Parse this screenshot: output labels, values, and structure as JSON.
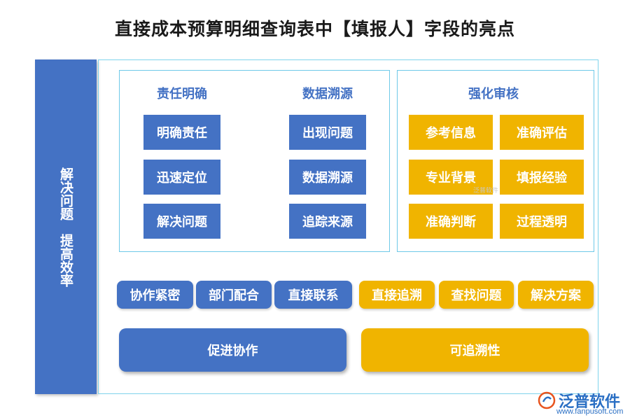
{
  "title": "直接成本预算明细查询表中【填报人】字段的亮点",
  "left_bar": {
    "text": "解决问题　提高效率"
  },
  "panel_left": {
    "heading_1": "责任明确",
    "heading_2": "数据溯源",
    "col1": [
      "明确责任",
      "迅速定位",
      "解决问题"
    ],
    "col2": [
      "出现问题",
      "数据溯源",
      "追踪来源"
    ]
  },
  "panel_right": {
    "heading": "强化审核",
    "col1": [
      "参考信息",
      "专业背景",
      "准确判断"
    ],
    "col2": [
      "准确评估",
      "填报经验",
      "过程透明"
    ]
  },
  "pills_blue": [
    "协作紧密",
    "部门配合",
    "直接联系"
  ],
  "pills_yellow": [
    "直接追溯",
    "查找问题",
    "解决方案"
  ],
  "bottom": {
    "left": "促进协作",
    "right": "可追溯性"
  },
  "watermark": "泛普软件",
  "logo": {
    "text": "泛普软件",
    "url": "www.fanpusoft.com"
  },
  "colors": {
    "blue": "#4472c4",
    "yellow": "#f0b400",
    "frame": "#7fd3ec"
  }
}
